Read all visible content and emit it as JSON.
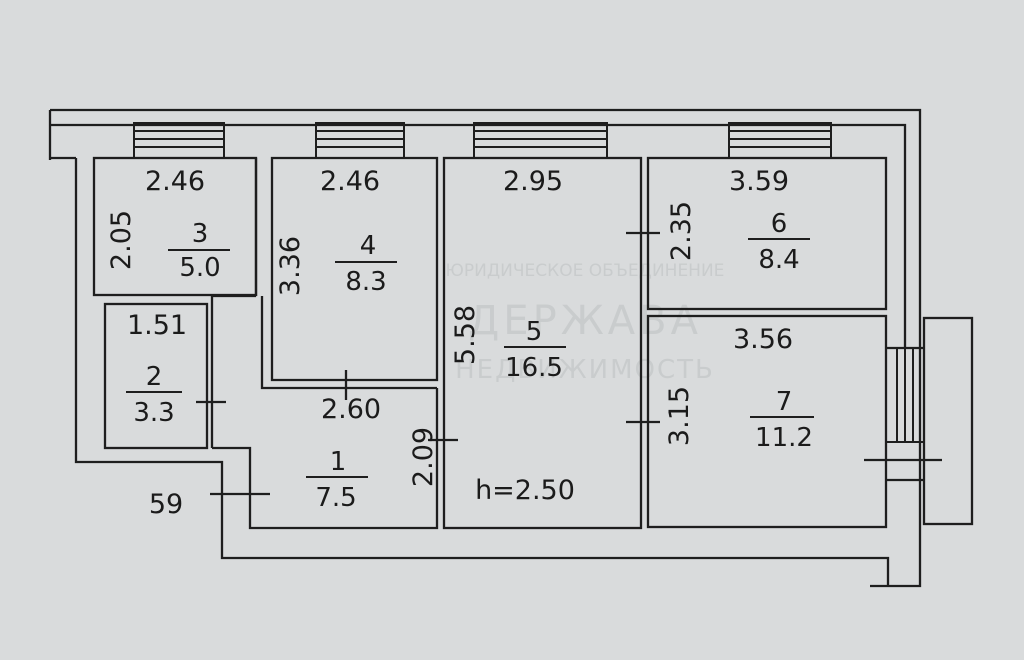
{
  "plan": {
    "ceiling_height": "h=2.50",
    "wall_dimension": "59",
    "watermark": {
      "line1": "ЮРИДИЧЕСКОЕ ОБЪЕДИНЕНИЕ",
      "line2": "ДЕРЖАВА",
      "line3": "НЕДВИЖИМОСТЬ"
    },
    "rooms": [
      {
        "number": "1",
        "area": "7.5",
        "width": "2.60",
        "length": "2.09"
      },
      {
        "number": "2",
        "area": "3.3",
        "width": "1.51"
      },
      {
        "number": "3",
        "area": "5.0",
        "width": "2.46",
        "length": "2.05"
      },
      {
        "number": "4",
        "area": "8.3",
        "width": "2.46",
        "length": "3.36"
      },
      {
        "number": "5",
        "area": "16.5",
        "width": "2.95",
        "length": "5.58"
      },
      {
        "number": "6",
        "area": "8.4",
        "width": "3.59",
        "length": "2.35"
      },
      {
        "number": "7",
        "area": "11.2",
        "width": "3.56",
        "length": "3.15"
      }
    ]
  }
}
